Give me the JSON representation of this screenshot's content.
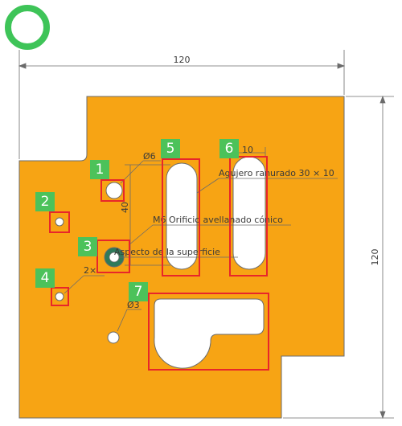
{
  "colors": {
    "plate_fill": "#f7a414",
    "outline": "#6b6b6b",
    "highlight": "#e8262a",
    "badge_fill": "#4cc25a",
    "badge_text": "#ffffff",
    "ring": "#3ec458",
    "counterbore": "#2f7a5a"
  },
  "icons": {
    "top_left": "green-ring-icon"
  },
  "dimensions": {
    "top_width": "120",
    "right_height": "120",
    "hole_top": "Ø6",
    "slot_width": "10",
    "spacing_vertical": "40",
    "hole_pair": "2×",
    "hole_bottom": "Ø3"
  },
  "annotations": {
    "slot": "Agujero ranurado 30 × 10",
    "countersink": "M6 Orificio avellanado cónico",
    "surface": "Aspecto de la superficie"
  },
  "highlights": [
    {
      "id": "1"
    },
    {
      "id": "2"
    },
    {
      "id": "3"
    },
    {
      "id": "4"
    },
    {
      "id": "5"
    },
    {
      "id": "6"
    },
    {
      "id": "7"
    }
  ]
}
